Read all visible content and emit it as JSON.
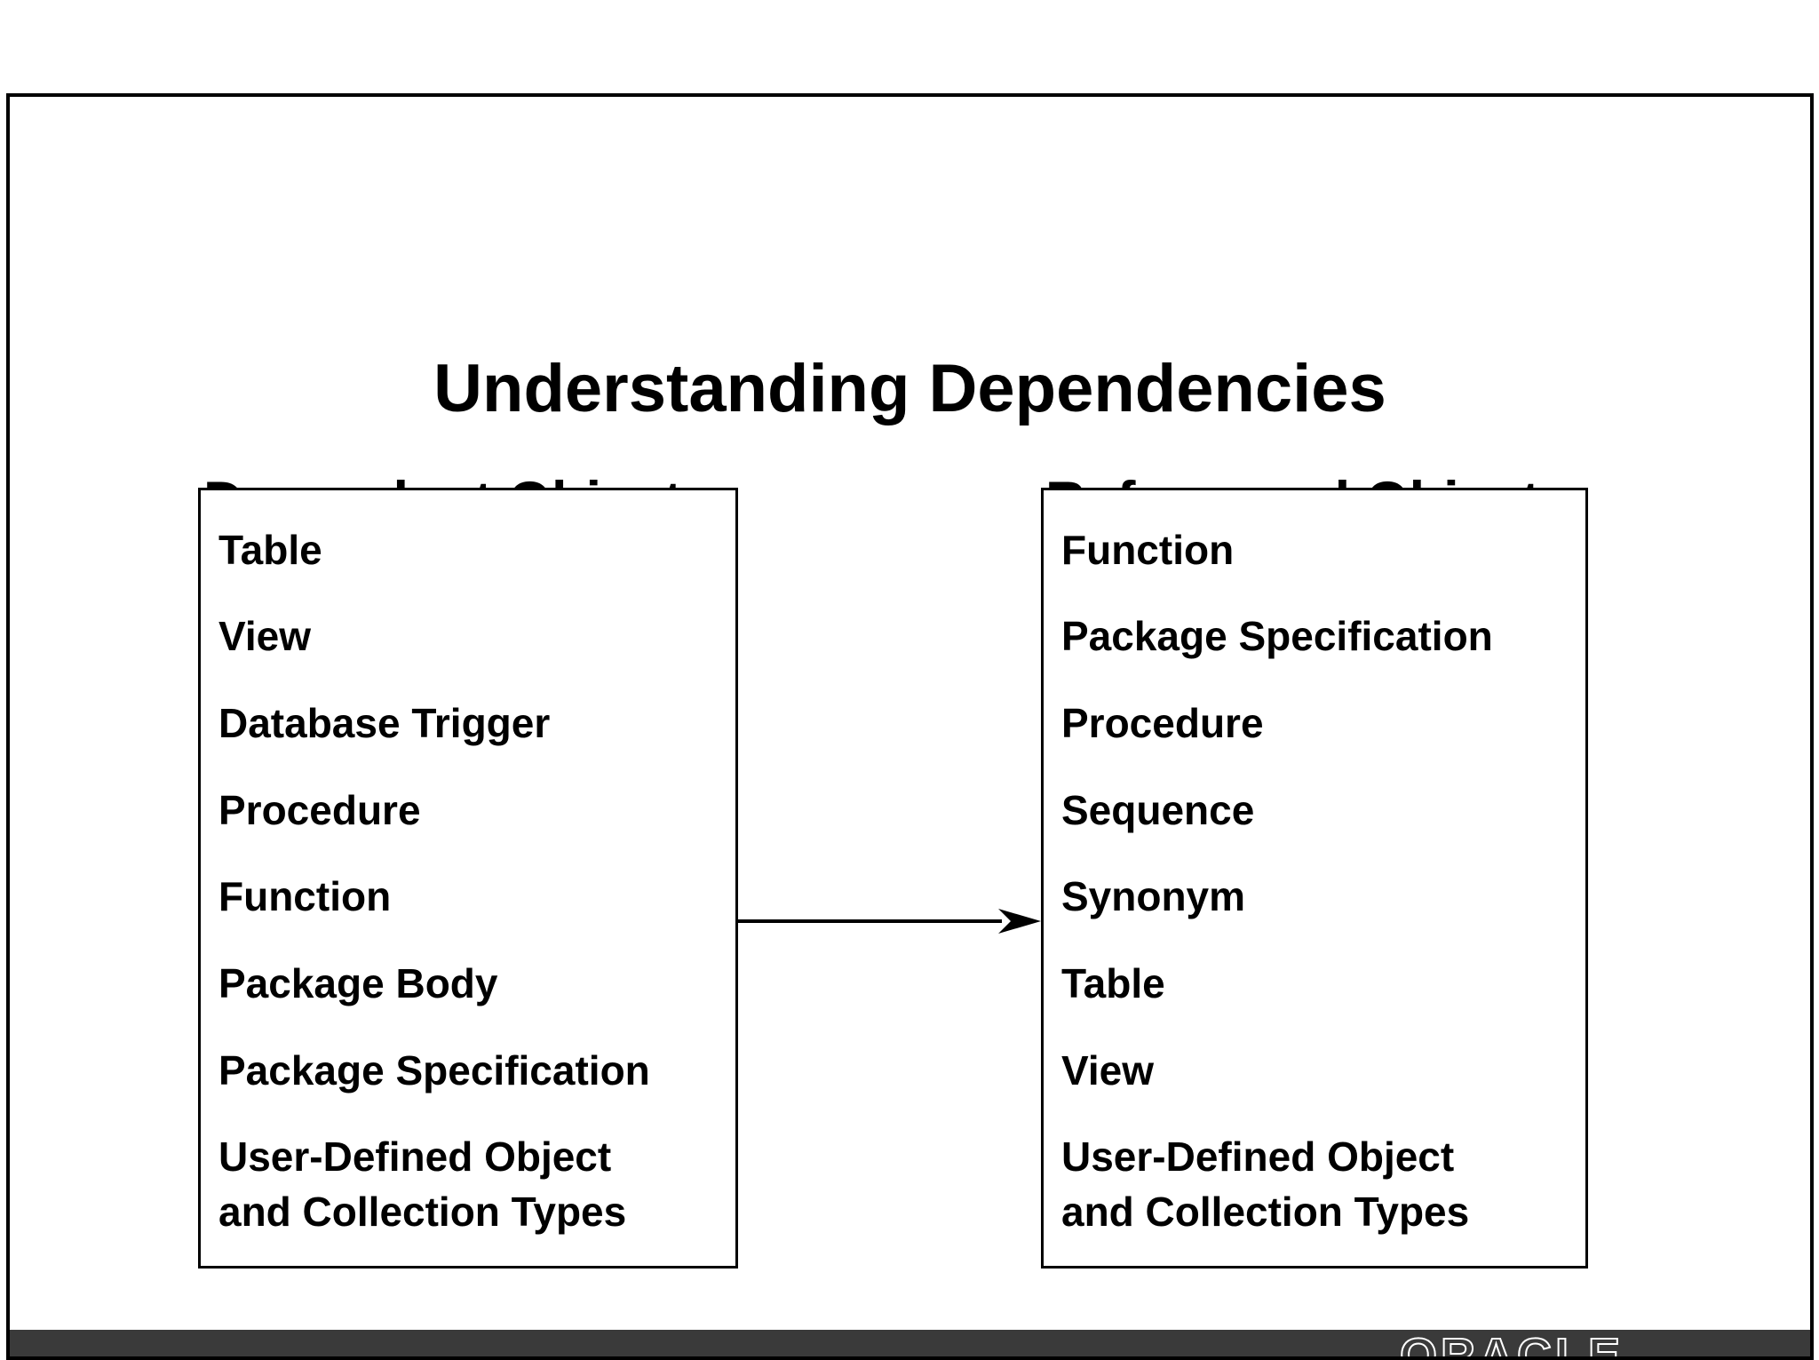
{
  "title": "Understanding Dependencies",
  "dependent": {
    "heading": "Dependent Objects",
    "items": [
      "Table",
      "View",
      "Database Trigger",
      "Procedure",
      "Function",
      "Package Body",
      "Package Specification",
      "User-Defined Object",
      "and Collection Types"
    ]
  },
  "referenced": {
    "heading": "Referenced Objects",
    "items": [
      "Function",
      "Package Specification",
      "Procedure",
      "Sequence",
      "Synonym",
      "Table",
      "View",
      "User-Defined Object",
      "and Collection Types"
    ]
  },
  "footer": {
    "logo_text": "ORACLE",
    "bar_color": "#3a3a3a"
  }
}
